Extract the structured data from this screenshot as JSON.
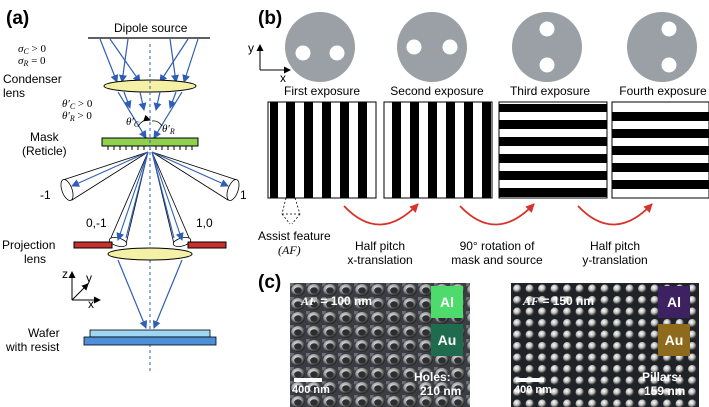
{
  "panel_a": {
    "label": "(a)",
    "dipole_source": "Dipole source",
    "sigma_c": "σ",
    "sigma_c_sub": "C",
    "sigma_c_rel": " > 0",
    "sigma_r": "σ",
    "sigma_r_sub": "R",
    "sigma_r_rel": " = 0",
    "condenser_1": "Condenser",
    "condenser_2": "lens",
    "theta_c_line": "θ′",
    "theta_c_sub": "C",
    "theta_c_rel": " > 0",
    "theta_r_line": "θ′",
    "theta_r_sub": "R",
    "theta_r_rel": " > 0",
    "theta_c_angle": "θ′",
    "theta_c_angle_sub": "C",
    "theta_r_angle": "θ′",
    "theta_r_angle_sub": "R",
    "mask_1": "Mask",
    "mask_2": "(Reticle)",
    "order_minus1": "-1",
    "order_plus1": "1",
    "order_0_minus1": "0,-1",
    "order_1_0": "1,0",
    "projection_1": "Projection",
    "projection_2": "lens",
    "axis_z": "z",
    "axis_y": "y",
    "axis_x": "x",
    "wafer_1": "Wafer",
    "wafer_2": "with resist"
  },
  "panel_b": {
    "label": "(b)",
    "axis_y": "y",
    "axis_x": "x",
    "exposures": [
      "First exposure",
      "Second exposure",
      "Third exposure",
      "Fourth exposure"
    ],
    "assist_feature": "Assist feature",
    "assist_feature_abbr": "(AF)",
    "step1_1": "Half pitch",
    "step1_2": "x-translation",
    "step2_1": "90°  rotation of",
    "step2_2": "mask and source",
    "step3_1": "Half pitch",
    "step3_2": "y-translation"
  },
  "panel_c": {
    "label": "(c)",
    "left": {
      "af_label": "AF",
      "af_value": " = 100 nm",
      "badge_top": "Al",
      "badge_bottom": "Au",
      "scale": "400 nm",
      "feature_1": "Holes:",
      "feature_2": "210 nm"
    },
    "right": {
      "af_label": "AF",
      "af_value": " = 150 nm",
      "badge_top": "Al",
      "badge_bottom": "Au",
      "scale": "400 nm",
      "feature_1": "Pillars:",
      "feature_2": "159 nm"
    }
  },
  "colors": {
    "arrow_blue": "#2f5fb5",
    "lens_yellow": "#f4f0a6",
    "mask_green": "#8fd14f",
    "wafer_top": "#9fd6f2",
    "wafer_bottom": "#4d8fd8",
    "transition_red": "#d7332b",
    "badge_al_left": "#4ddc6b",
    "badge_au_left": "#1f6b4e",
    "badge_al_right": "#3d2160",
    "badge_au_right": "#8d6a1c"
  }
}
